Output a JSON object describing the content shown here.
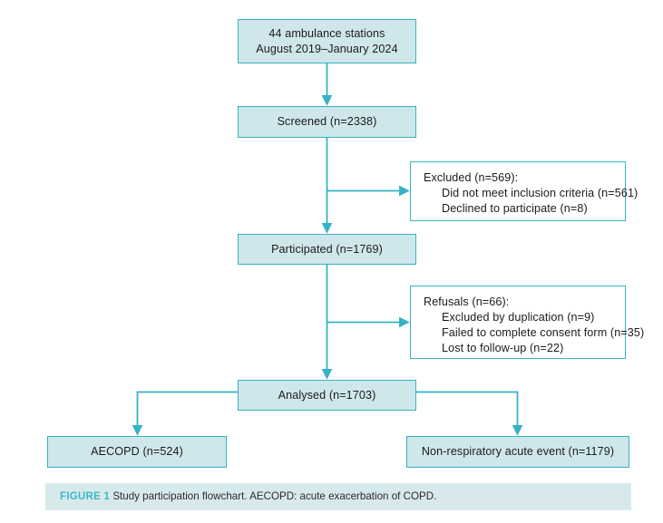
{
  "figure": {
    "caption_label": "FIGURE 1",
    "caption_text": "Study participation flowchart. AECOPD: acute exacerbation of COPD.",
    "accent_color": "#35b3c4",
    "node_fill_color": "#cfe7ea",
    "caption_strip_color": "#d8e9ec",
    "caption_label_color": "#3cb9c6",
    "text_color": "#1b1b1b"
  },
  "chart_data": {
    "type": "diagram",
    "title": "Study participation flowchart",
    "nodes": [
      {
        "id": "stations",
        "style": "filled",
        "lines": [
          "44 ambulance stations",
          "August 2019–January 2024"
        ]
      },
      {
        "id": "screened",
        "style": "filled",
        "lines": [
          "Screened (n=2338)"
        ],
        "value": 2338
      },
      {
        "id": "excluded",
        "style": "plain",
        "lines": [
          "Excluded (n=569):",
          "Did not meet inclusion criteria (n=561)",
          "Declined to participate (n=8)"
        ],
        "value": 569
      },
      {
        "id": "participated",
        "style": "filled",
        "lines": [
          "Participated (n=1769)"
        ],
        "value": 1769
      },
      {
        "id": "refusals",
        "style": "plain",
        "lines": [
          "Refusals (n=66):",
          "Excluded by duplication (n=9)",
          "Failed to complete consent form (n=35)",
          "Lost to follow-up (n=22)"
        ],
        "value": 66
      },
      {
        "id": "analysed",
        "style": "filled",
        "lines": [
          "Analysed (n=1703)"
        ],
        "value": 1703
      },
      {
        "id": "aecopd",
        "style": "filled",
        "lines": [
          "AECOPD (n=524)"
        ],
        "value": 524
      },
      {
        "id": "nonrespiratory",
        "style": "filled",
        "lines": [
          "Non-respiratory acute event (n=1179)"
        ],
        "value": 1179
      }
    ],
    "edges": [
      {
        "from": "stations",
        "to": "screened",
        "kind": "down"
      },
      {
        "from": "screened",
        "to": "excluded",
        "kind": "branch-right"
      },
      {
        "from": "screened",
        "to": "participated",
        "kind": "down"
      },
      {
        "from": "participated",
        "to": "refusals",
        "kind": "branch-right"
      },
      {
        "from": "participated",
        "to": "analysed",
        "kind": "down"
      },
      {
        "from": "analysed",
        "to": "aecopd",
        "kind": "split-left"
      },
      {
        "from": "analysed",
        "to": "nonrespiratory",
        "kind": "split-right"
      }
    ]
  },
  "boxes": {
    "stations": {
      "line1": "44 ambulance stations",
      "line2": "August 2019–January 2024"
    },
    "screened": {
      "text": "Screened (n=2338)"
    },
    "excluded": {
      "line1": "Excluded (n=569):",
      "line2": "Did not meet inclusion criteria (n=561)",
      "line3": "Declined to participate (n=8)"
    },
    "participated": {
      "text": "Participated (n=1769)"
    },
    "refusals": {
      "line1": "Refusals (n=66):",
      "line2": "Excluded by duplication (n=9)",
      "line3": "Failed to complete consent form (n=35)",
      "line4": "Lost to follow-up (n=22)"
    },
    "analysed": {
      "text": "Analysed (n=1703)"
    },
    "aecopd": {
      "text": "AECOPD (n=524)"
    },
    "nonrespiratory": {
      "text": "Non-respiratory acute event (n=1179)"
    }
  }
}
